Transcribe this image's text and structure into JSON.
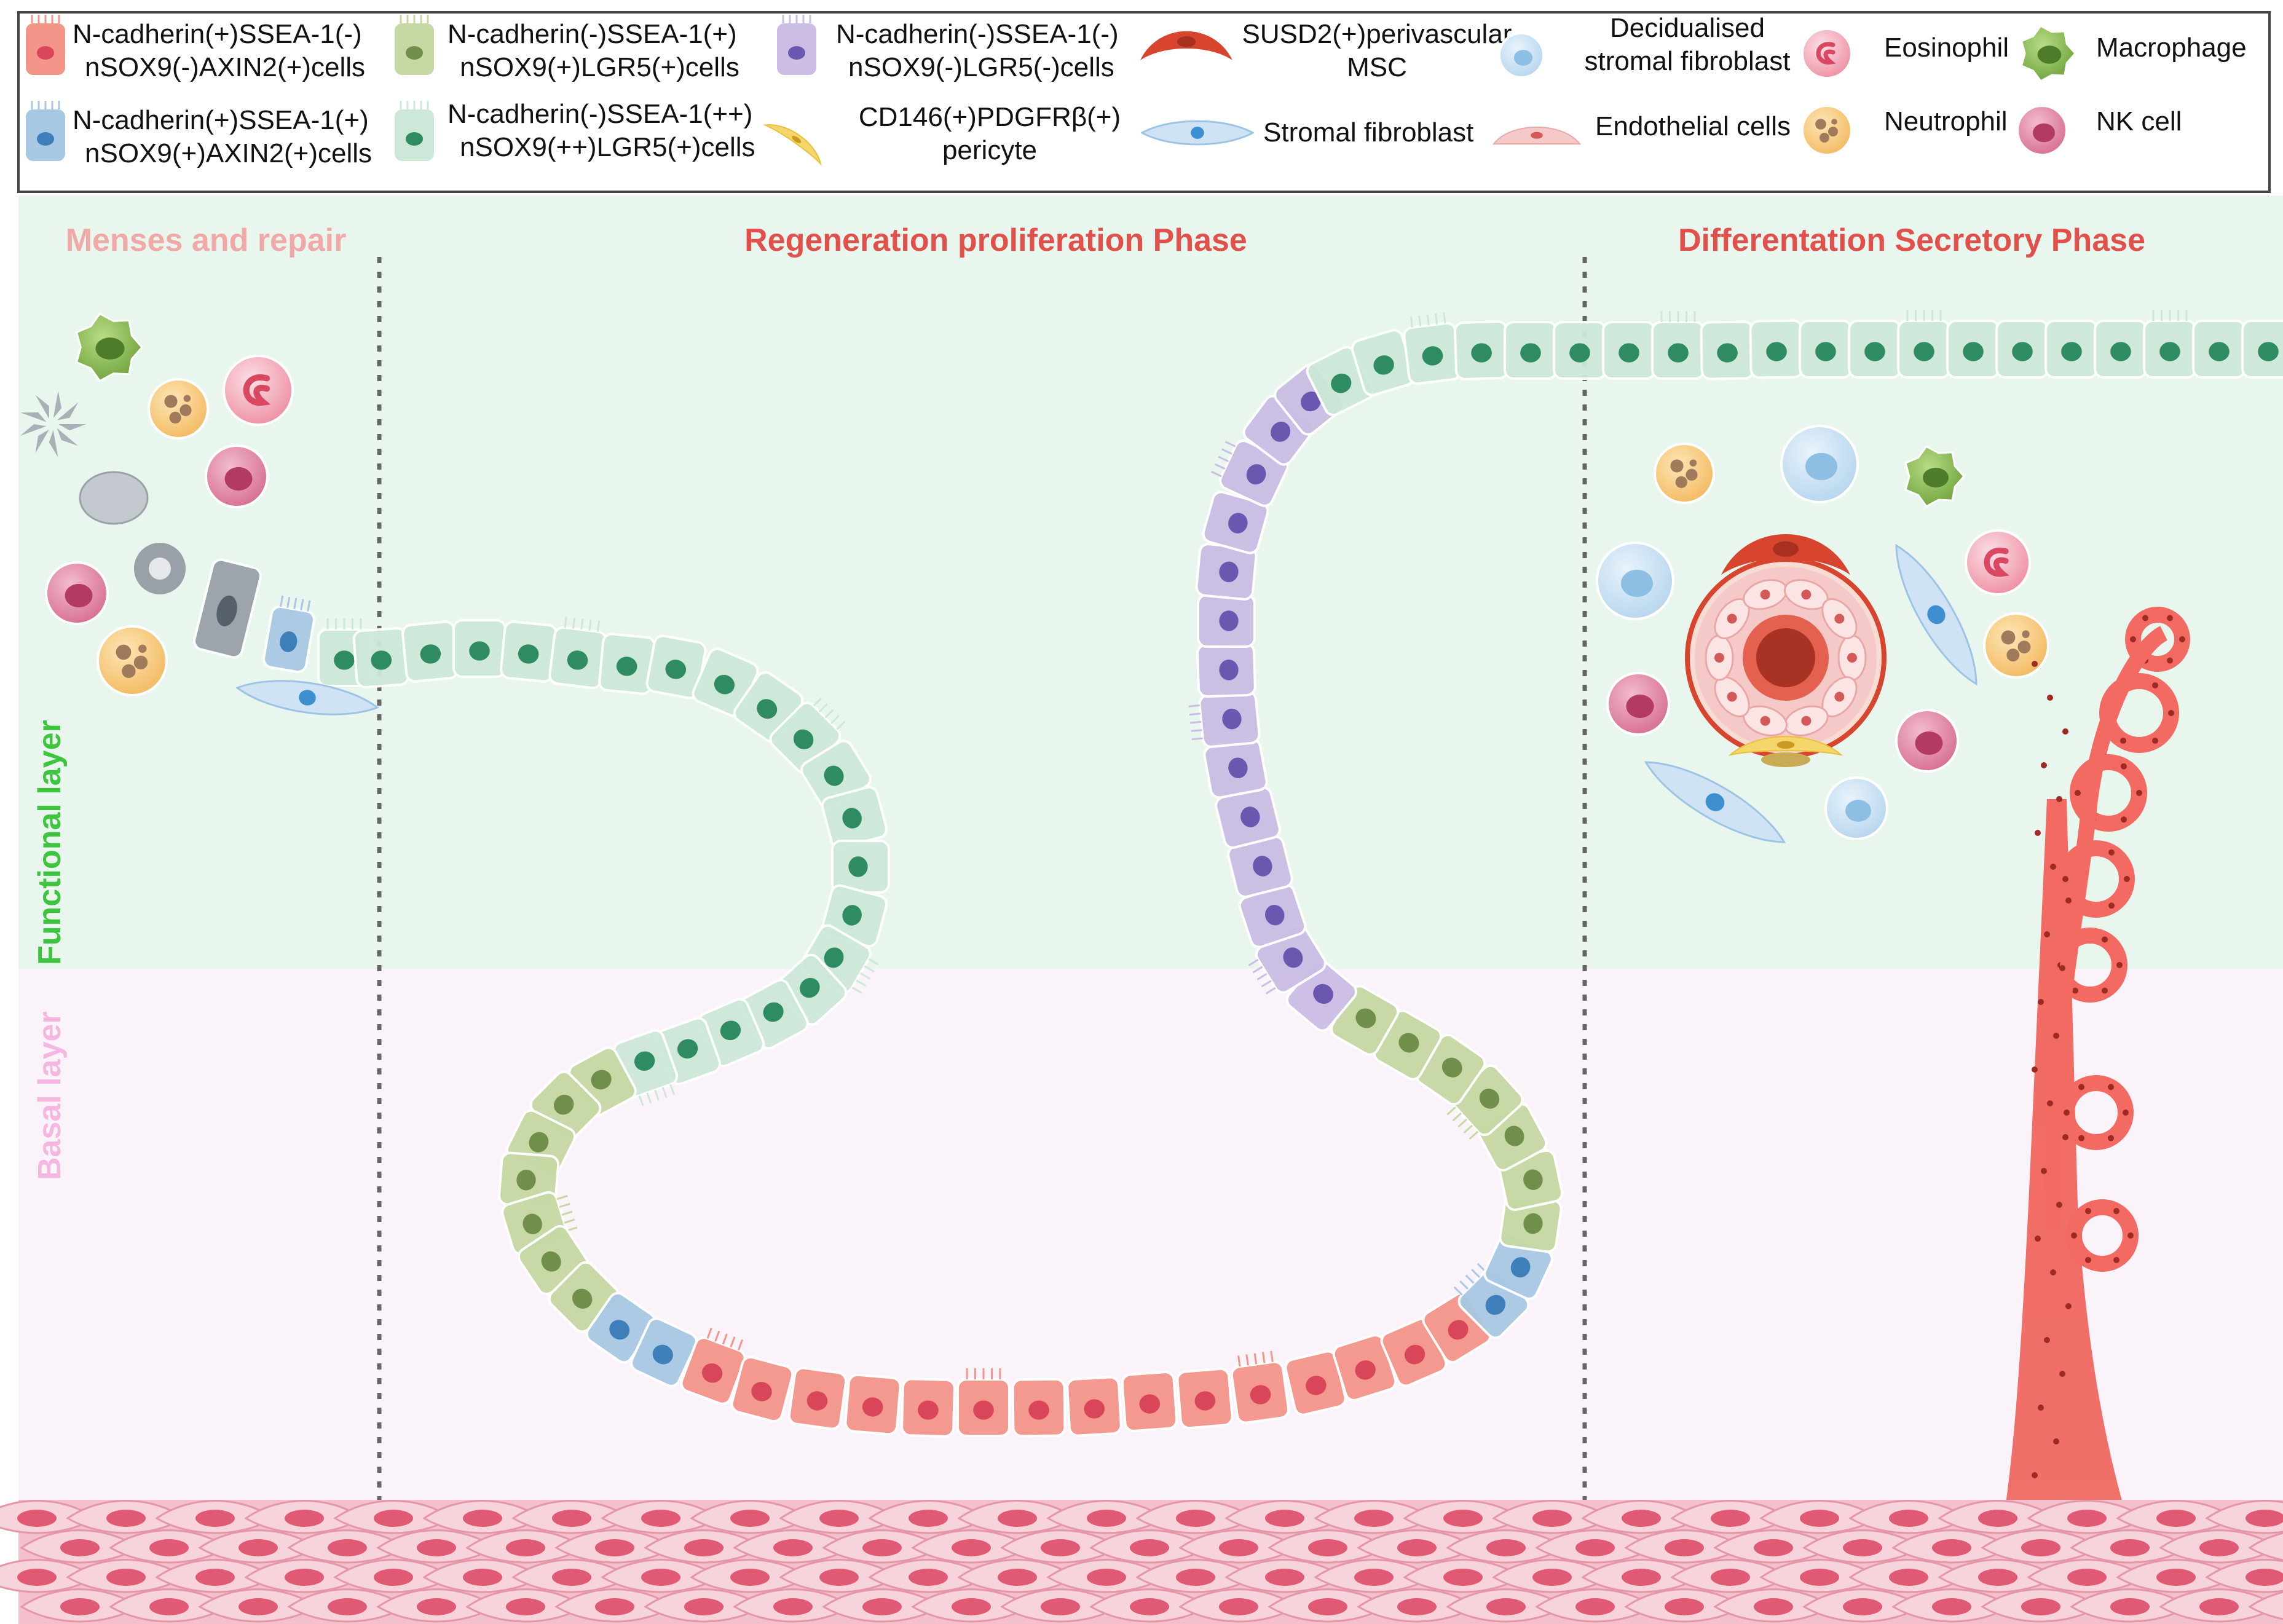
{
  "legend": {
    "items": [
      {
        "id": "ncad-pos-ssea-neg",
        "line1": "N-cadherin(+)SSEA-1(-)",
        "line2": "nSOX9(-)AXIN2(+)cells",
        "color": "#f4958a",
        "nucleus": "#d9465a"
      },
      {
        "id": "ncad-neg-ssea-pos",
        "line1": "N-cadherin(-)SSEA-1(+)",
        "line2": "nSOX9(+)LGR5(+)cells",
        "color": "#c6d8a3",
        "nucleus": "#6f8f4a"
      },
      {
        "id": "ncad-neg-ssea-neg",
        "line1": "N-cadherin(-)SSEA-1(-)",
        "line2": "nSOX9(-)LGR5(-)cells",
        "color": "#cbbde4",
        "nucleus": "#6b57b0"
      },
      {
        "id": "susd2-msc",
        "line1": "SUSD2(+)perivascular",
        "line2": "MSC",
        "color": "#d8452f"
      },
      {
        "id": "decid-fibro",
        "line1": "Decidualised",
        "line2": "stromal fibroblast",
        "color": "#c9e1f3",
        "nucleus": "#8dbfe4"
      },
      {
        "id": "eosinophil",
        "line1": "Eosinophil",
        "color": "#f3a7b2",
        "nucleus": "#d94761"
      },
      {
        "id": "macrophage",
        "line1": "Macrophage",
        "color": "#8bbf52",
        "nucleus": "#4e7c2b"
      },
      {
        "id": "ncad-pos-ssea-pos",
        "line1": "N-cadherin(+)SSEA-1(+)",
        "line2": "nSOX9(+)AXIN2(+)cells",
        "color": "#a9c8e4",
        "nucleus": "#3e7fba"
      },
      {
        "id": "ncad-neg-ssea-pp",
        "line1": "N-cadherin(-)SSEA-1(++)",
        "line2": "nSOX9(++)LGR5(+)cells",
        "color": "#cde8d9",
        "nucleus": "#2f8c62"
      },
      {
        "id": "pericyte",
        "line1": "CD146(+)PDGFRβ(+)",
        "line2": "pericyte",
        "color": "#f5d66b"
      },
      {
        "id": "stromal-fibro",
        "line1": "Stromal fibroblast",
        "color": "#cfe3f4",
        "nucleus": "#3e8fcf"
      },
      {
        "id": "endothelial",
        "line1": "Endothelial cells",
        "color": "#f6c9c9",
        "nucleus": "#d45a5a"
      },
      {
        "id": "neutrophil",
        "line1": "Neutrophil",
        "color": "#f8cf8a",
        "nucleus": "#a07a5a"
      },
      {
        "id": "nk-cell",
        "line1": "NK cell",
        "color": "#e08aa5",
        "nucleus": "#b23a63"
      }
    ]
  },
  "phases": {
    "menses": "Menses and repair",
    "regeneration": "Regeneration proliferation Phase",
    "secretory": "Differentation Secretory Phase"
  },
  "layers": {
    "functional": "Functional layer",
    "basal": "Basal layer"
  },
  "colors": {
    "functional_bg": "#e9f6ee",
    "basal_bg": "#fbf3fa",
    "phase_menses": "#f0a9a6",
    "phase_other": "#e2504b",
    "functional_label": "#3ec43e",
    "basal_label": "#f4b7df"
  }
}
